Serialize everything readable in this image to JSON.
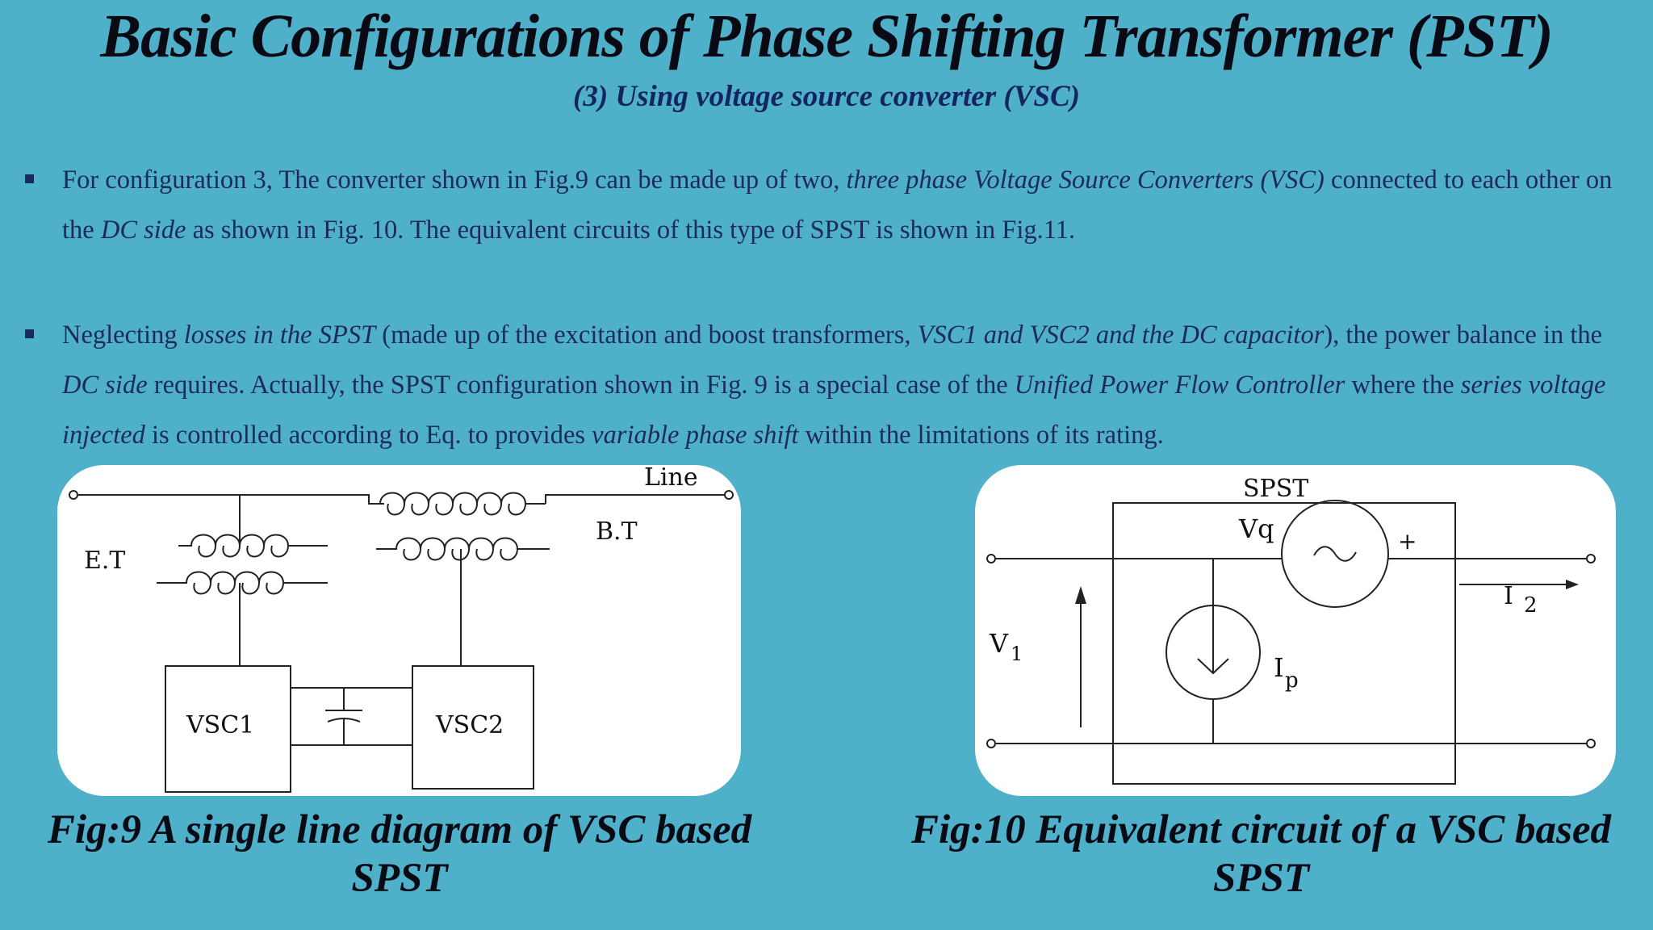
{
  "slide": {
    "title": "Basic Configurations of Phase Shifting Transformer (PST)",
    "subtitle": "(3) Using voltage source converter (VSC)"
  },
  "bullets": [
    {
      "segments": [
        {
          "t": "For configuration 3, The converter shown in Fig.9 can be made up of two, ",
          "i": false
        },
        {
          "t": "three phase Voltage Source Converters (VSC)",
          "i": true
        },
        {
          "t": " connected to each other on the ",
          "i": false
        },
        {
          "t": "DC side",
          "i": true
        },
        {
          "t": " as shown in Fig. 10. The equivalent circuits of this type of SPST is shown in Fig.11.",
          "i": false
        }
      ]
    },
    {
      "segments": [
        {
          "t": "Neglecting ",
          "i": false
        },
        {
          "t": "losses in the SPST",
          "i": true
        },
        {
          "t": " (made up of the excitation and boost transformers, ",
          "i": false
        },
        {
          "t": "VSC1 and VSC2 and the DC capacitor",
          "i": true
        },
        {
          "t": "), the power balance in the ",
          "i": false
        },
        {
          "t": "DC side",
          "i": true
        },
        {
          "t": " requires. Actually, the SPST configuration shown in Fig. 9 is a special case of the ",
          "i": false
        },
        {
          "t": "Unified Power Flow Controller",
          "i": true
        },
        {
          "t": " where the ",
          "i": false
        },
        {
          "t": "series voltage injected",
          "i": true
        },
        {
          "t": " is controlled according to Eq. to provides ",
          "i": false
        },
        {
          "t": "variable phase shift",
          "i": true
        },
        {
          "t": " within the limitations of its rating.",
          "i": false
        }
      ]
    }
  ],
  "fig9": {
    "labels": {
      "line": "Line",
      "et": "E.T",
      "bt": "B.T",
      "vsc1": "VSC1",
      "vsc2": "VSC2"
    },
    "caption_line1": "Fig:9  A single line diagram of VSC based",
    "caption_line2": "SPST"
  },
  "fig10": {
    "labels": {
      "spst": "SPST",
      "vq": "Vq",
      "plus": "+",
      "i2": "I",
      "i2_sub": "2",
      "v1": "V",
      "v1_sub": "1",
      "ip": "I",
      "ip_sub": "p"
    },
    "caption_line1": "Fig:10 Equivalent circuit of a VSC based",
    "caption_line2": "SPST"
  }
}
